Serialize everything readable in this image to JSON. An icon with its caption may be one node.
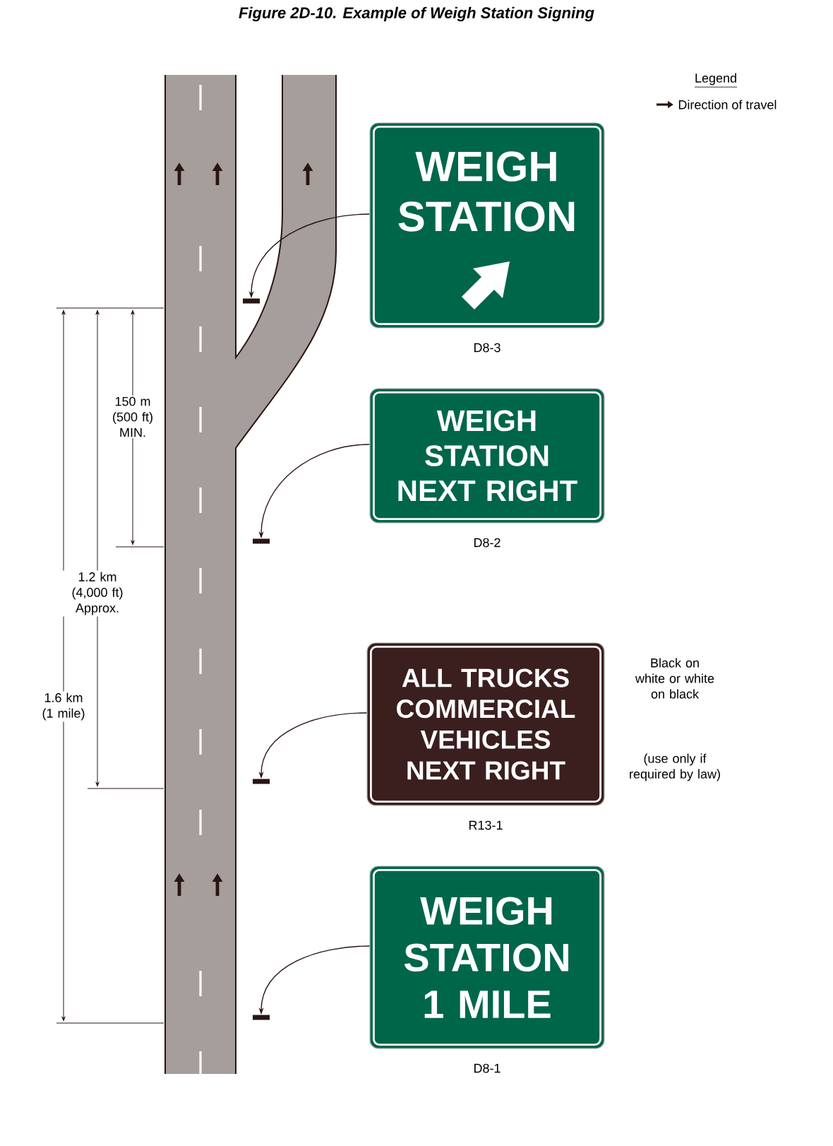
{
  "diagram": {
    "title": "Figure 2D-10. Example of Weigh Station Signing",
    "nodes": [
      {
        "text": [
          "WEIGH STATION"
        ],
        "beside": [
          "D8-3"
        ]
      },
      {
        "text": [],
        "shape": "bar"
      },
      {
        "text": [
          "WEIGH STATION NEXT RIGHT"
        ],
        "beside": [
          "D8-2"
        ]
      },
      {
        "text": [],
        "shape": "bar"
      },
      {
        "text": [
          "ALL TRUCKS COMMERCIAL VEHICLES NEXT RIGHT"
        ],
        "beside": [
          "R13-1"
        ]
      },
      {
        "text": [],
        "shape": "bar"
      },
      {
        "text": [
          "WEIGH STATION 1 MILE"
        ],
        "beside": [
          "D8-1"
        ]
      },
      {
        "text": [],
        "shape": "bar"
      }
    ],
    "edges": [
      {
        "from": 0,
        "to": 1,
        "arrow": "to"
      },
      {
        "from": 2,
        "to": 3,
        "arrow": "to"
      },
      {
        "from": 4,
        "to": 5,
        "arrow": "to"
      },
      {
        "from": 6,
        "to": 7,
        "arrow": "to"
      }
    ],
    "labels": [
      "Legend",
      "150 m (500 ft) MIN.",
      "1.2 km (4,000 ft) Approx.",
      "1.6 km (1 mile)",
      "Black on white or white on black",
      "(use only if required by law)"
    ],
    "legend": [
      {
        "text": "Direction of travel"
      }
    ]
  }
}
